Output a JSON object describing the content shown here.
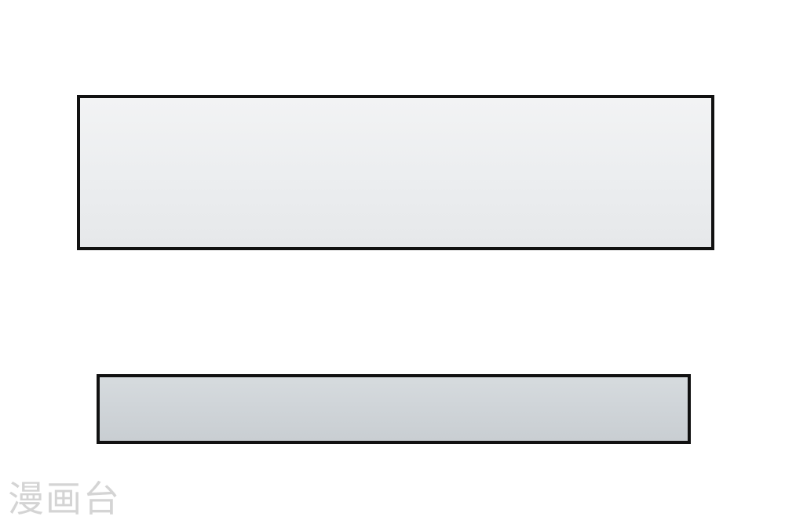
{
  "panels": [
    {
      "name": "top-panel",
      "fill": "#eceef0",
      "border": "#111111"
    },
    {
      "name": "bottom-panel",
      "fill": "#cfd4d8",
      "border": "#111111"
    }
  ],
  "watermark": {
    "text": "漫画台",
    "color": "#d4d4d4"
  }
}
